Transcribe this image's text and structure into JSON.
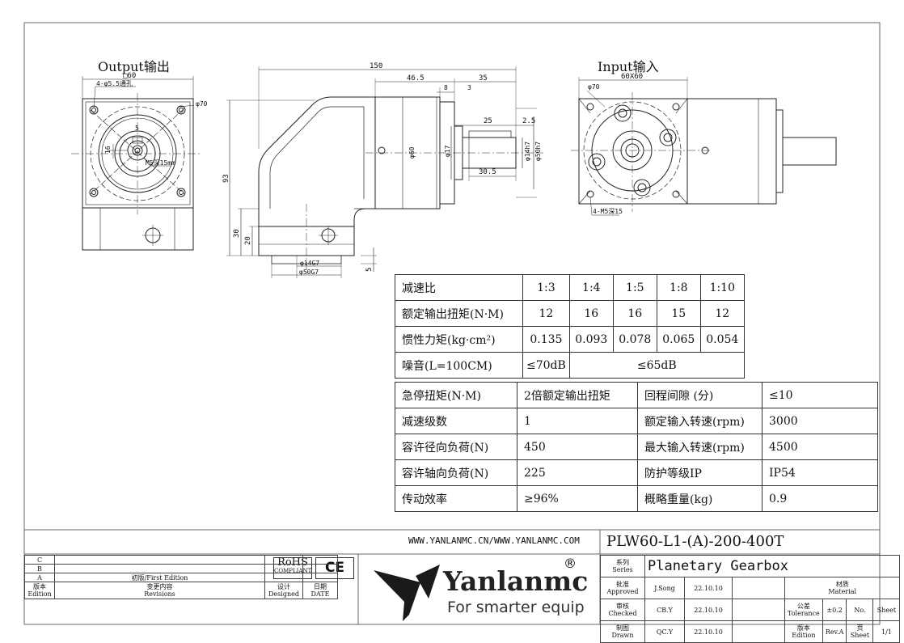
{
  "views": {
    "output_title": "Output输出",
    "input_title": "Input输入"
  },
  "dims": {
    "out_square": "□60",
    "out_holes": "4-φ5.5通孔",
    "out_pcd": "φ70",
    "out_key": "5",
    "out_16": "16",
    "out_thread": "M5深15mm",
    "len_150": "150",
    "len_46_5": "46.5",
    "len_35": "35",
    "len_8": "8",
    "len_3": "3",
    "len_25": "25",
    "len_2_5": "2.5",
    "len_30_5": "30.5",
    "d60": "φ60",
    "d17": "φ17",
    "d14h7": "φ14h7",
    "d50h7": "φ50h7",
    "h93": "93",
    "h30": "30",
    "h20": "20",
    "h5": "5",
    "d14g7": "φ14G7",
    "d50g7": "φ50G7",
    "in_square": "60X60",
    "in_pcd": "φ70",
    "in_thread": "4-M5深15"
  },
  "spec1": {
    "rows": [
      [
        "减速比",
        "1:3",
        "1:4",
        "1:5",
        "1:8",
        "1:10"
      ],
      [
        "额定输出扭矩(N·M)",
        "12",
        "16",
        "16",
        "15",
        "12"
      ],
      [
        "惯性力矩(kg·cm²)",
        "0.135",
        "0.093",
        "0.078",
        "0.065",
        "0.054"
      ]
    ],
    "noise_label": "噪音(L=100CM)",
    "noise_a": "≤70dB",
    "noise_b": "≤65dB"
  },
  "spec2": {
    "rows": [
      [
        "急停扭矩(N·M)",
        "2倍额定输出扭矩",
        "回程间隙 (分)",
        "≤10"
      ],
      [
        "减速级数",
        "1",
        "额定输入转速(rpm)",
        "3000"
      ],
      [
        "容许径向负荷(N)",
        "450",
        "最大输入转速(rpm)",
        "4500"
      ],
      [
        "容许轴向负荷(N)",
        "225",
        "防护等级IP",
        "IP54"
      ],
      [
        "传动效率",
        "≥96%",
        "概略重量(kg)",
        "0.9"
      ]
    ]
  },
  "titleblock": {
    "website": "WWW.YANLANMC.CN/WWW.YANLANMC.COM",
    "model": "PLW60-L1-(A)-200-400T",
    "rohs_main": "RoHS",
    "rohs_sub": "COMPLIANT",
    "ce": "CE",
    "brand": "Yanlanmc",
    "reg": "®",
    "tagline": "For smarter equip",
    "rev_c": "C",
    "rev_b": "B",
    "rev_a": "A",
    "first_edition": "初版/First Edition",
    "edition_cn": "版本",
    "edition_en": "Edition",
    "revisions_cn": "变更内容",
    "revisions_en": "Revisions",
    "designed_cn": "设计",
    "designed_en": "Designed",
    "date_cn": "日期",
    "date_en": "DATE",
    "series_cn": "系列",
    "series_en": "Series",
    "series_val": "Planetary Gearbox",
    "approved_cn": "批准",
    "approved_en": "Approved",
    "approved_by": "J.Song",
    "approved_date": "22.10.10",
    "material_cn": "材质",
    "material_en": "Material",
    "checked_cn": "审核",
    "checked_en": "Checked",
    "checked_by": "CB.Y",
    "checked_date": "22.10.10",
    "tolerance_cn": "公差",
    "tolerance_en": "Tolerance",
    "tolerance_val": "±0.2",
    "no_label": "No.",
    "sheet_label": "Sheet",
    "drawn_cn": "制图",
    "drawn_en": "Drawn",
    "drawn_by": "QC.Y",
    "drawn_date": "22.10.10",
    "edition2_cn": "版本",
    "edition2_en": "Edition",
    "edition_val": "Rev.A",
    "page_cn": "页",
    "page_en": "Sheet",
    "page_val": "1/1"
  }
}
